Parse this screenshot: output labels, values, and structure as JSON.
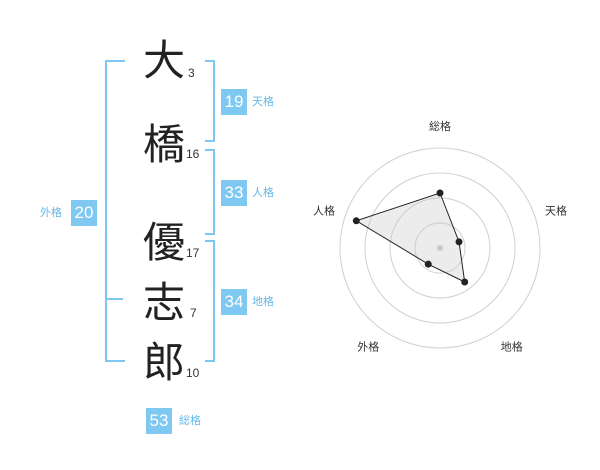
{
  "name_chars": [
    {
      "char": "大",
      "strokes": "3"
    },
    {
      "char": "橋",
      "strokes": "16"
    },
    {
      "char": "優",
      "strokes": "17"
    },
    {
      "char": "志",
      "strokes": "7"
    },
    {
      "char": "郎",
      "strokes": "10"
    }
  ],
  "fortunes": {
    "tenkaku": {
      "value": "19",
      "label": "天格"
    },
    "jinkaku": {
      "value": "33",
      "label": "人格"
    },
    "chikaku": {
      "value": "34",
      "label": "地格"
    },
    "gaikaku": {
      "value": "20",
      "label": "外格"
    },
    "soukaku": {
      "value": "53",
      "label": "総格"
    }
  },
  "colors": {
    "accent": "#7fc8f2",
    "label": "#64b7e8"
  },
  "chart_data": {
    "type": "radar",
    "axes": [
      "総格",
      "天格",
      "地格",
      "外格",
      "人格"
    ],
    "values": [
      0.55,
      0.2,
      0.42,
      0.2,
      0.88
    ],
    "range": [
      0,
      1
    ],
    "rings": 4
  }
}
